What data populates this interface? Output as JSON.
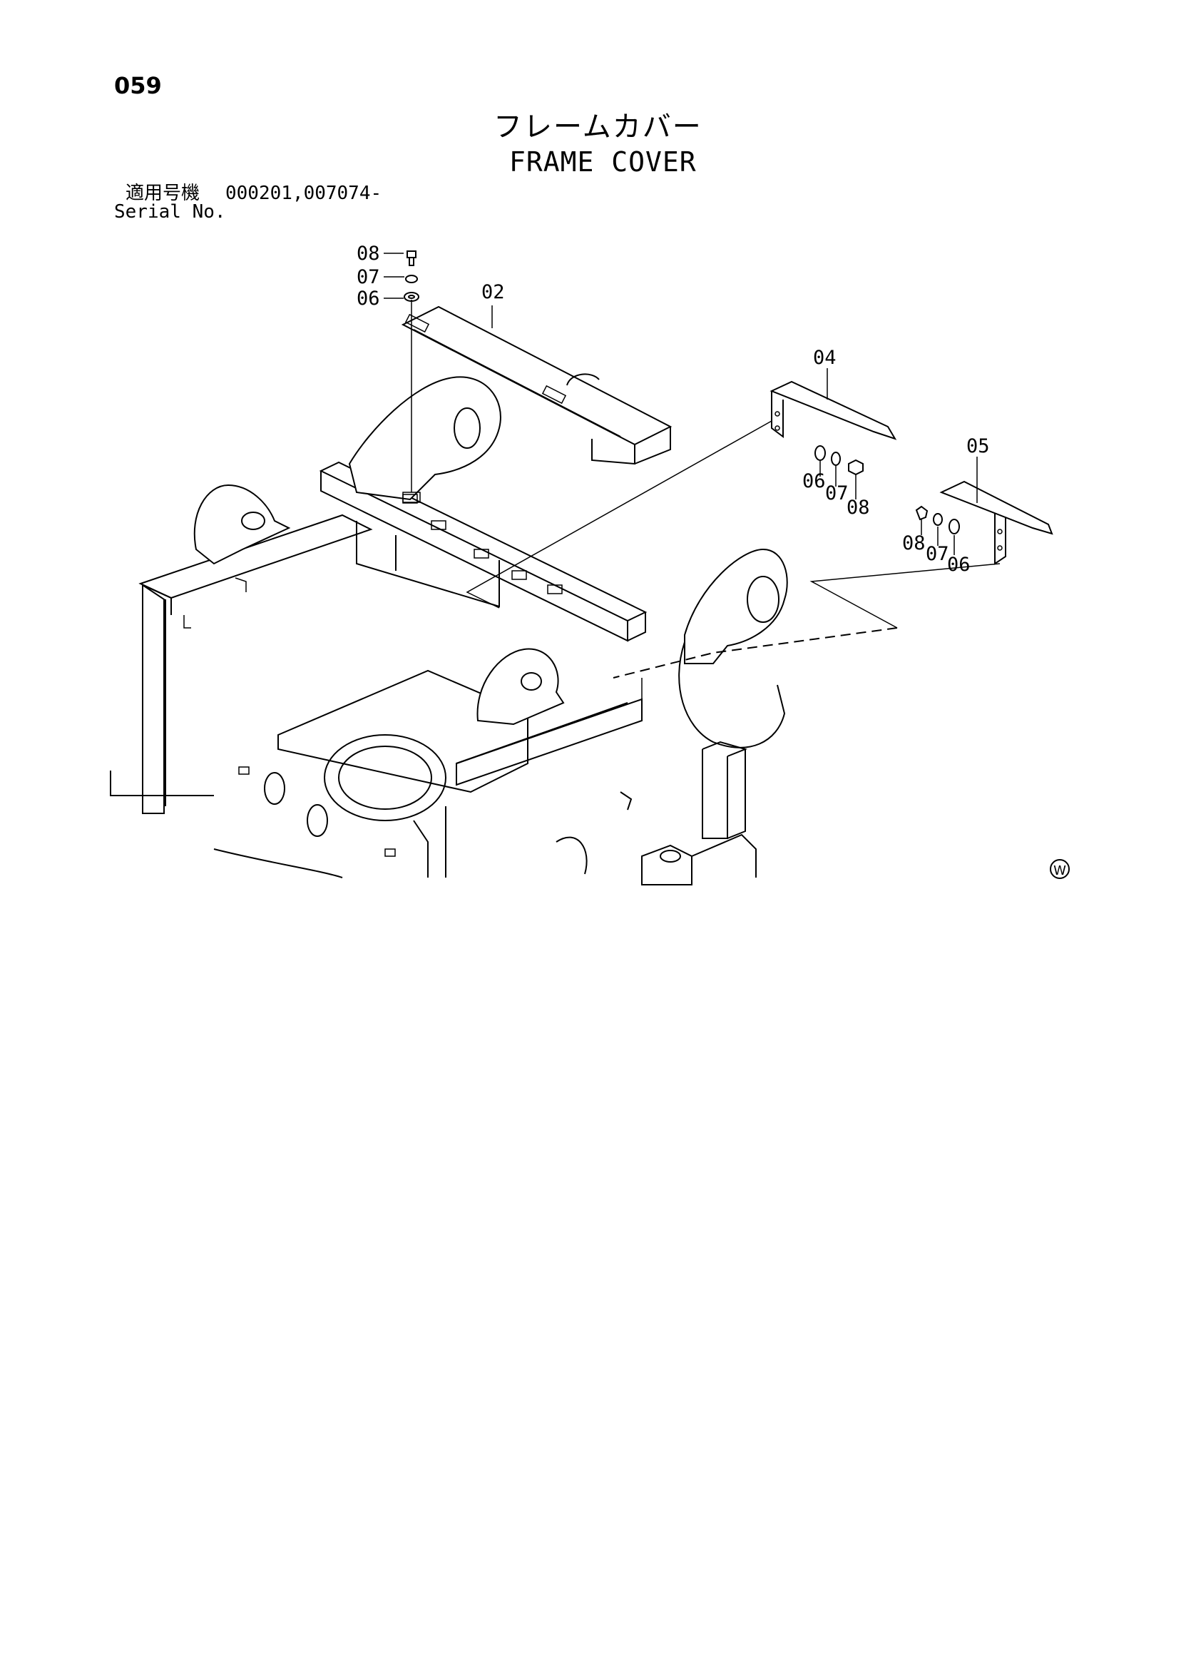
{
  "page_number": "059",
  "title": {
    "japanese": "フレームカバー",
    "english": "FRAME COVER"
  },
  "serial": {
    "label_ja": "適用号機",
    "values": "000201,007074-",
    "label_en": "Serial No."
  },
  "callouts": {
    "top_bolt": "08",
    "top_lock_washer": "07",
    "top_washer": "06",
    "cover_02": "02",
    "cover_04": "04",
    "cover_05": "05",
    "mid_washer": "06",
    "mid_lock_washer": "07",
    "mid_bolt": "08",
    "right_bolt": "08",
    "right_lock_washer": "07",
    "right_washer": "06"
  },
  "watermark": "W"
}
